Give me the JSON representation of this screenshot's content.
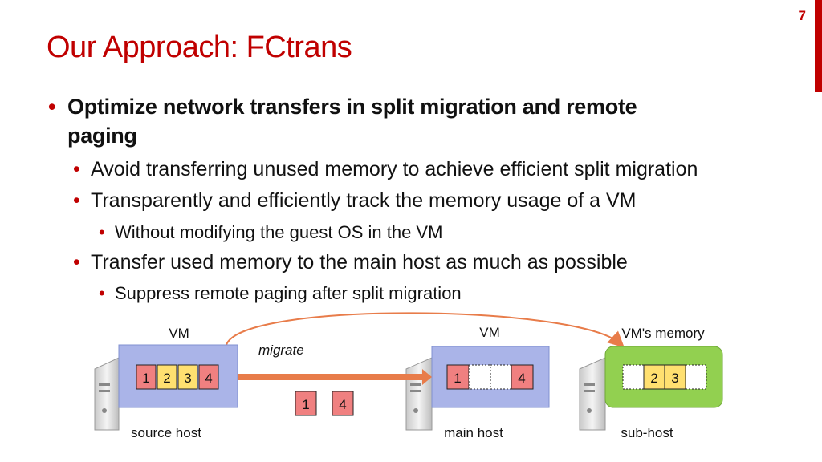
{
  "page_number": "7",
  "title": "Our Approach: FCtrans",
  "bullets": {
    "b1_line1": "Optimize network transfers in split migration and remote",
    "b1_line2": "paging",
    "b2": "Avoid transferring unused memory to achieve efficient split migration",
    "b3": "Transparently and efficiently track the memory usage of a VM",
    "b4": "Without modifying the guest OS in the VM",
    "b5": "Transfer used memory to the main host as much as possible",
    "b6": "Suppress remote paging after split migration"
  },
  "diagram": {
    "vm_label_source": "VM",
    "vm_label_main": "VM",
    "vm_memory_label": "VM's memory",
    "migrate_label": "migrate",
    "source_host_label": "source host",
    "main_host_label": "main host",
    "sub_host_label": "sub-host",
    "source_pages": [
      "1",
      "2",
      "3",
      "4"
    ],
    "main_pages": [
      "1",
      "",
      "",
      "4"
    ],
    "sub_pages": [
      "",
      "2",
      "3",
      ""
    ],
    "transfer_pages": [
      "1",
      "4"
    ],
    "colors": {
      "page_red": "#f08080",
      "page_yellow": "#ffe070",
      "vm_box": "#aab4e8",
      "sub_box": "#92d050",
      "arrow": "#e87c4a"
    }
  }
}
